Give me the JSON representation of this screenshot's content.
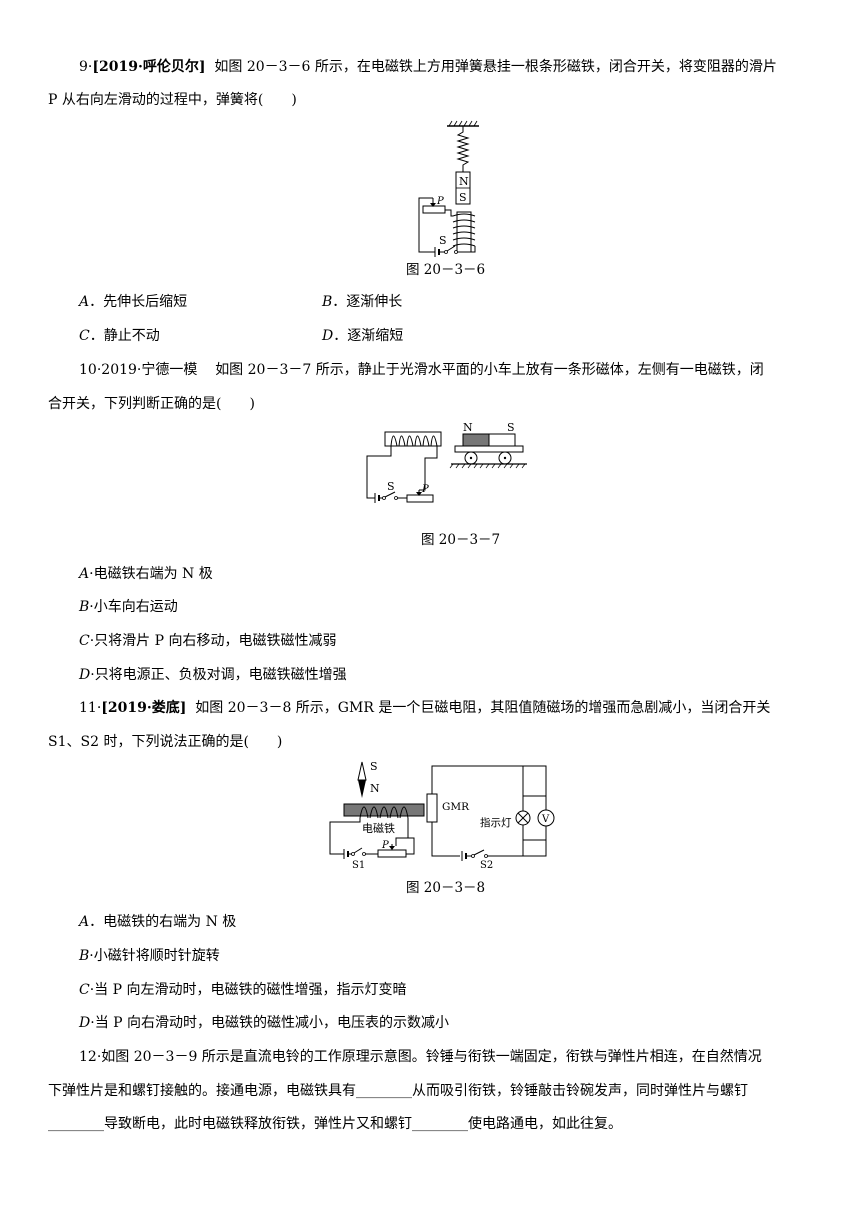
{
  "q9": {
    "num": "9",
    "source": "[2019·呼伦贝尔]",
    "line1": "如图 20－3－6 所示，在电磁铁上方用弹簧悬挂一根条形磁铁，闭合开关，将变阻器的滑片",
    "line2": "P 从右向左滑动的过程中，弹簧将(　　)",
    "fig_labels": {
      "n": "N",
      "s": "S",
      "p": "P",
      "switch": "S"
    },
    "caption": "图 20－3－6",
    "options": [
      {
        "letter": "A",
        "text": "先伸长后缩短"
      },
      {
        "letter": "B",
        "text": "逐渐伸长"
      },
      {
        "letter": "C",
        "text": "静止不动"
      },
      {
        "letter": "D",
        "text": "逐渐缩短"
      }
    ]
  },
  "q10": {
    "num": "10",
    "source": "2019·宁德一模",
    "line1": "如图 20－3－7 所示，静止于光滑水平面的小车上放有一条形磁体，左侧有一电磁铁，闭",
    "line2": "合开关，下列判断正确的是(　　)",
    "fig_labels": {
      "n": "N",
      "s": "S",
      "p": "P",
      "switch": "S"
    },
    "caption": "图 20－3－7",
    "options": [
      {
        "letter": "A",
        "text": "电磁铁右端为 N 极"
      },
      {
        "letter": "B",
        "text": "小车向右运动"
      },
      {
        "letter": "C",
        "text": "只将滑片 P 向右移动，电磁铁磁性减弱"
      },
      {
        "letter": "D",
        "text": "只将电源正、负极对调，电磁铁磁性增强"
      }
    ]
  },
  "q11": {
    "num": "11",
    "source": "[2019·娄底]",
    "line1": "如图 20－3－8 所示，GMR 是一个巨磁电阻，其阻值随磁场的增强而急剧减小，当闭合开关",
    "line2": "S1、S2 时，下列说法正确的是(　　)",
    "fig_labels": {
      "s": "S",
      "n": "N",
      "core": "电磁铁",
      "p": "P",
      "s1": "S1",
      "gmr": "GMR",
      "lamp": "指示灯",
      "v": "V",
      "s2": "S2"
    },
    "caption": "图 20－3－8",
    "options": [
      {
        "letter": "A",
        "text": "电磁铁的右端为 N 极"
      },
      {
        "letter": "B",
        "text": "小磁针将顺时针旋转"
      },
      {
        "letter": "C",
        "text": "当 P 向左滑动时，电磁铁的磁性增强，指示灯变暗"
      },
      {
        "letter": "D",
        "text": "当 P 向右滑动时，电磁铁的磁性减小，电压表的示数减小"
      }
    ]
  },
  "q12": {
    "num": "12",
    "line1": "如图 20－3－9 所示是直流电铃的工作原理示意图。铃锤与衔铁一端固定，衔铁与弹性片相连，在自然情况",
    "line2": "下弹性片是和螺钉接触的。接通电源，电磁铁具有________从而吸引衔铁，铃锤敲击铃碗发声，同时弹性片与螺钉",
    "line3": "________导致断电，此时电磁铁释放衔铁，弹性片又和螺钉________使电路通电，如此往复。"
  }
}
